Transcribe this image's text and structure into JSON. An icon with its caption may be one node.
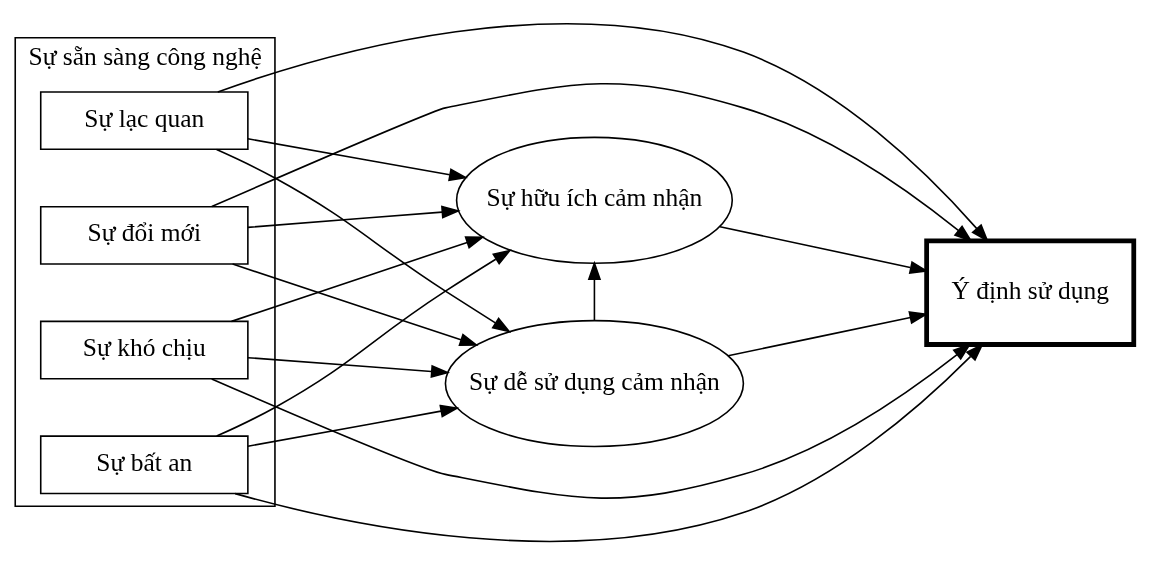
{
  "diagram": {
    "nodes": [
      {
        "text": [
          "Sự sẵn sàng công nghệ"
        ]
      },
      {
        "text": [
          "Sự lạc quan"
        ],
        "in": 0
      },
      {
        "text": [
          "Sự đổi mới"
        ],
        "in": 0
      },
      {
        "text": [
          "Sự khó chịu"
        ],
        "in": 0
      },
      {
        "text": [
          "Sự bất an"
        ],
        "in": 0
      },
      {
        "text": [
          "Sự hữu ích cảm nhận"
        ]
      },
      {
        "text": [
          "Sự dễ sử dụng cảm nhận"
        ]
      },
      {
        "text": [
          "Ý định sử dụng"
        ]
      }
    ],
    "edges": [
      {
        "from": 1,
        "to": 5,
        "arrow": "to"
      },
      {
        "from": 1,
        "to": 7,
        "arrow": "to"
      },
      {
        "from": 1,
        "to": 6,
        "arrow": "to"
      },
      {
        "from": 2,
        "to": 5,
        "arrow": "to"
      },
      {
        "from": 2,
        "to": 7,
        "arrow": "to"
      },
      {
        "from": 2,
        "to": 6,
        "arrow": "to"
      },
      {
        "from": 3,
        "to": 5,
        "arrow": "to"
      },
      {
        "from": 3,
        "to": 7,
        "arrow": "to"
      },
      {
        "from": 3,
        "to": 6,
        "arrow": "to"
      },
      {
        "from": 4,
        "to": 5,
        "arrow": "to"
      },
      {
        "from": 4,
        "to": 6,
        "arrow": "to"
      },
      {
        "from": 4,
        "to": 7,
        "arrow": "to"
      },
      {
        "from": 6,
        "to": 5,
        "arrow": "to"
      },
      {
        "from": 5,
        "to": 7,
        "arrow": "to"
      },
      {
        "from": 6,
        "to": 7,
        "arrow": "to"
      }
    ]
  }
}
